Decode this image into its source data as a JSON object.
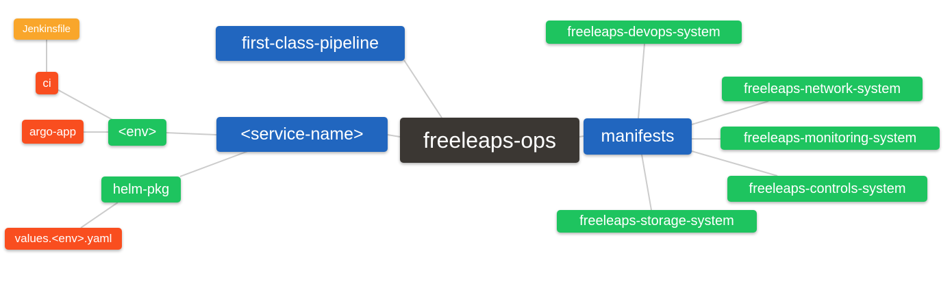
{
  "diagram": {
    "type": "mindmap",
    "root_label": "freeleaps-ops",
    "nodes": [
      {
        "id": "jenkinsfile",
        "label": "Jenkinsfile",
        "type": "warning"
      },
      {
        "id": "ci",
        "label": "ci",
        "type": "danger"
      },
      {
        "id": "argo-app",
        "label": "argo-app",
        "type": "danger"
      },
      {
        "id": "env",
        "label": "<env>",
        "type": "success"
      },
      {
        "id": "helm-pkg",
        "label": "helm-pkg",
        "type": "success"
      },
      {
        "id": "values-env-yaml",
        "label": "values.<env>.yaml",
        "type": "danger"
      },
      {
        "id": "first-class-pipeline",
        "label": "first-class-pipeline",
        "type": "primary"
      },
      {
        "id": "service-name",
        "label": "<service-name>",
        "type": "primary"
      },
      {
        "id": "freeleaps-ops",
        "label": "freeleaps-ops",
        "type": "root"
      },
      {
        "id": "manifests",
        "label": "manifests",
        "type": "primary"
      },
      {
        "id": "freeleaps-devops-system",
        "label": "freeleaps-devops-system",
        "type": "success"
      },
      {
        "id": "freeleaps-network-system",
        "label": "freeleaps-network-system",
        "type": "success"
      },
      {
        "id": "freeleaps-monitoring-system",
        "label": "freeleaps-monitoring-system",
        "type": "success"
      },
      {
        "id": "freeleaps-controls-system",
        "label": "freeleaps-controls-system",
        "type": "success"
      },
      {
        "id": "freeleaps-storage-system",
        "label": "freeleaps-storage-system",
        "type": "success"
      }
    ],
    "edges": [
      [
        "ci",
        "jenkinsfile"
      ],
      [
        "env",
        "ci"
      ],
      [
        "env",
        "argo-app"
      ],
      [
        "service-name",
        "env"
      ],
      [
        "service-name",
        "helm-pkg"
      ],
      [
        "helm-pkg",
        "values-env-yaml"
      ],
      [
        "freeleaps-ops",
        "first-class-pipeline"
      ],
      [
        "freeleaps-ops",
        "service-name"
      ],
      [
        "freeleaps-ops",
        "manifests"
      ],
      [
        "manifests",
        "freeleaps-devops-system"
      ],
      [
        "manifests",
        "freeleaps-network-system"
      ],
      [
        "manifests",
        "freeleaps-monitoring-system"
      ],
      [
        "manifests",
        "freeleaps-controls-system"
      ],
      [
        "manifests",
        "freeleaps-storage-system"
      ]
    ]
  },
  "colors": {
    "root": "#3b3733",
    "primary": "#2166bf",
    "success": "#1ec45f",
    "danger": "#f94e1f",
    "warning": "#f9a62b",
    "edge": "#cccccc",
    "background": "#ffffff",
    "text": "#ffffff"
  }
}
